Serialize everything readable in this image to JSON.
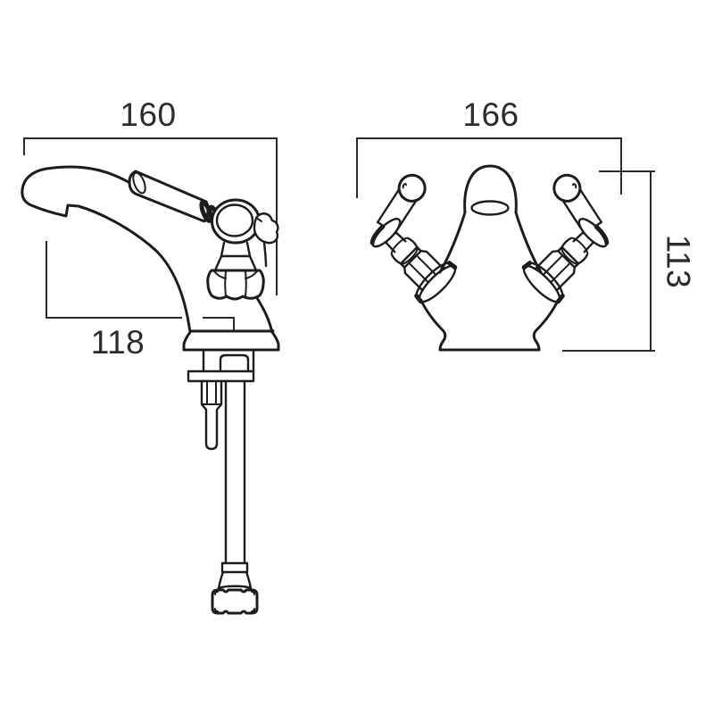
{
  "colors": {
    "background": "#ffffff",
    "line": "#1c1c1b",
    "text": "#2b2b2b"
  },
  "dims": {
    "side_width": "160",
    "side_projection": "118",
    "front_width": "166",
    "front_height": "113"
  }
}
